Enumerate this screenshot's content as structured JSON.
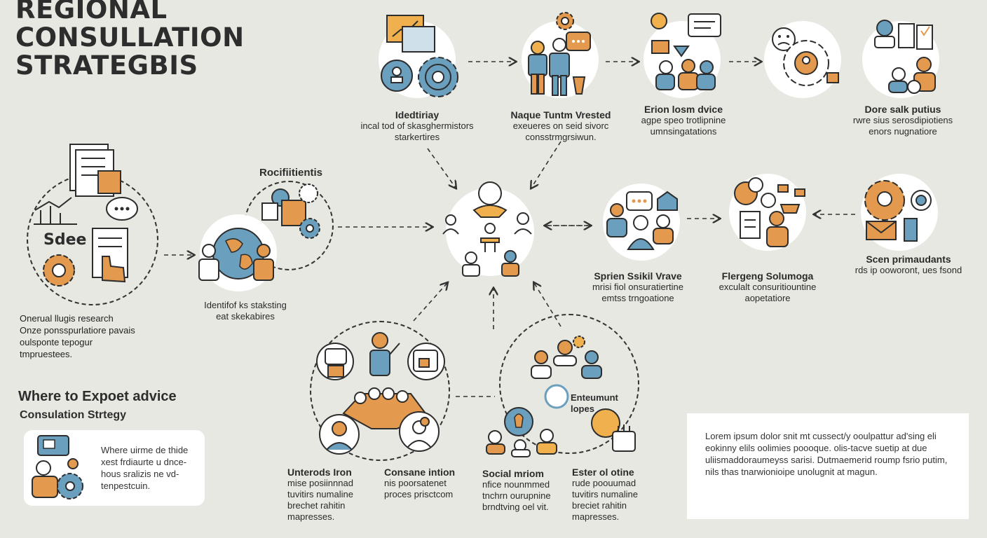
{
  "title_lines": [
    "REGIONAL",
    "CONSULLATION",
    "STRATEGBIS"
  ],
  "top_row": [
    {
      "title": "Idedtiriay",
      "lines": [
        "incal tod of skasghermistors",
        "starkertires"
      ]
    },
    {
      "title": "Naque Tuntm Vrested",
      "lines": [
        "exeueres on seid sivorc",
        "consstrmgrsiwun."
      ]
    },
    {
      "title": "Erion losm dvice",
      "lines": [
        "agpe speo trotlipnine",
        "umnsingatations"
      ]
    },
    {
      "title": "Dore salk putius",
      "lines": [
        "rwre sius serosdipiotiens",
        "enors nugnatiore"
      ]
    }
  ],
  "left_block": {
    "scope_label": "Sdee",
    "text_lines": [
      "Onerual llugis research",
      "Onze ponsspurlatiore pavais",
      "oulsponte tepogur",
      "tmpruestees."
    ]
  },
  "reach": {
    "heading": "Rocifiitientis",
    "lines": [
      "Identifof ks staksting",
      "eat skekabires"
    ]
  },
  "right_row": [
    {
      "title": "Sprien Ssikil Vrave",
      "lines": [
        "mrisi fiol onsuratiertine",
        "emtss trngoatione"
      ]
    },
    {
      "title": "Flergeng Solumoga",
      "lines": [
        "exculalt consuritiountine",
        "aopetatiore"
      ]
    },
    {
      "title": "Scen primaudants",
      "lines": [
        "rds ip ooworont, ues fsond"
      ]
    }
  ],
  "entourage_label": [
    "Enteumunt",
    "lopes"
  ],
  "bottom_row": [
    {
      "title": "Unterods Iron",
      "lines": [
        "mise posiinnnad",
        "tuvitirs numaline",
        "brechet rahitin",
        "mapresses."
      ]
    },
    {
      "title": "Consane intion",
      "lines": [
        "nis poorsatenet",
        "proces prisctcom"
      ]
    },
    {
      "title": "Social mriom",
      "lines": [
        "nfice nounmmed",
        "tnchrn ourupnine",
        "brndtving oel vit."
      ]
    },
    {
      "title": "Ester ol otine",
      "lines": [
        "rude poouumad",
        "tuvitirs numaline",
        "breciet rahitin",
        "mapresses."
      ]
    }
  ],
  "advice": {
    "heading": "Where to Expoet advice",
    "subheading": "Consulation Strtegy",
    "card_lines": [
      "Where uirme de thide",
      "xest frdiaurte u dnce-",
      "hous sralizis ne vd-",
      "tenpestcuin."
    ]
  },
  "lorem_text": "Lorem ipsum dolor  snit mt cussect/y ooulpattur ad'sing eli eokinny elils oolimies poooque. olis-tacve suetip at due uliismaddoraumeyss sarisi. Dutmaemerid roump fsrio putim, nils thas tnarwionioipe unolugnit at magun.",
  "colors": {
    "blue": "#5a8fae",
    "orange": "#e39a4e",
    "ink": "#2d2d2d",
    "bg": "#e7e8e1"
  }
}
